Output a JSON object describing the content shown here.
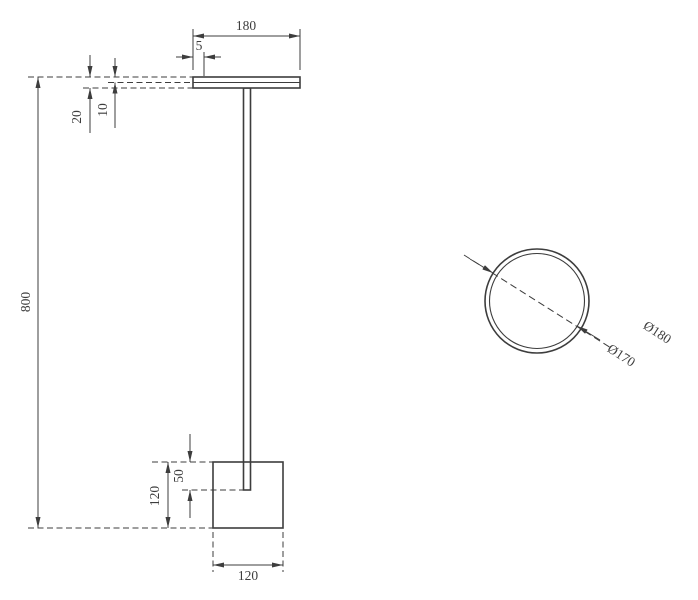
{
  "meta": {
    "background_color": "#ffffff",
    "line_color": "#3d3d3d",
    "drawing_type": "technical dimension drawing"
  },
  "front_view": {
    "dims": {
      "top_width": "180",
      "top_edge_inset": "5",
      "head_total_thickness": "20",
      "head_plate_thickness": "10",
      "overall_height": "800",
      "pole_insert_depth": "50",
      "base_height": "120",
      "base_width": "120"
    }
  },
  "top_view": {
    "dims": {
      "outer_diameter": "Ø180",
      "inner_diameter": "Ø170"
    }
  }
}
